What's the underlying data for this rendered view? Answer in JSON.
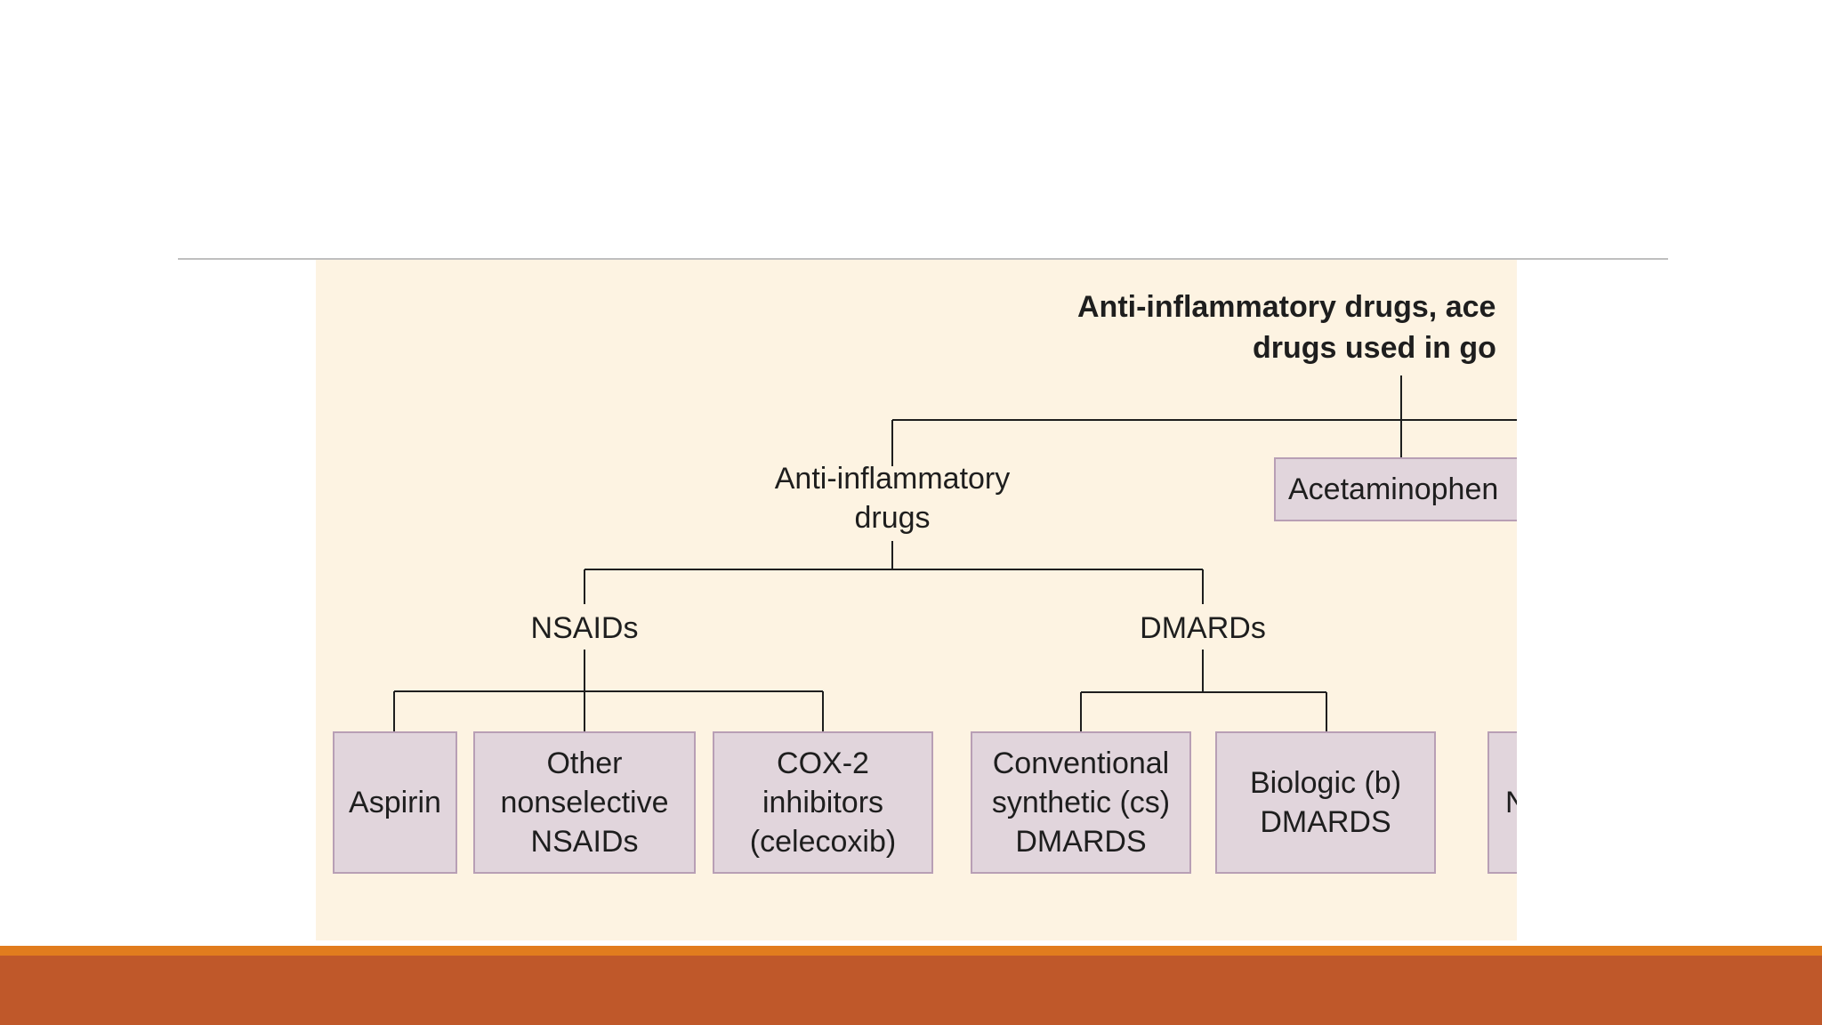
{
  "diagram": {
    "title_line1": "Anti-inflammatory drugs, ace",
    "title_line2": "drugs used in go",
    "nodes": {
      "anti_inflammatory": "Anti-inflammatory\ndrugs",
      "acetaminophen": "Acetaminophen",
      "nsaids": "NSAIDs",
      "dmards": "DMARDs",
      "aspirin": "Aspirin",
      "other_nsaids": "Other\nnonselective\nNSAIDs",
      "cox2": "COX-2\ninhibitors\n(celecoxib)",
      "cs_dmards": "Conventional\nsynthetic (cs)\nDMARDS",
      "b_dmards": "Biologic (b)\nDMARDS",
      "cut_box": "N"
    }
  },
  "colors": {
    "figure_background": "#fdf3e2",
    "box_fill": "#e1d5dc",
    "box_border": "#b89fb5",
    "footer_orange": "#e17c1e",
    "footer_rust": "#bf582a"
  }
}
